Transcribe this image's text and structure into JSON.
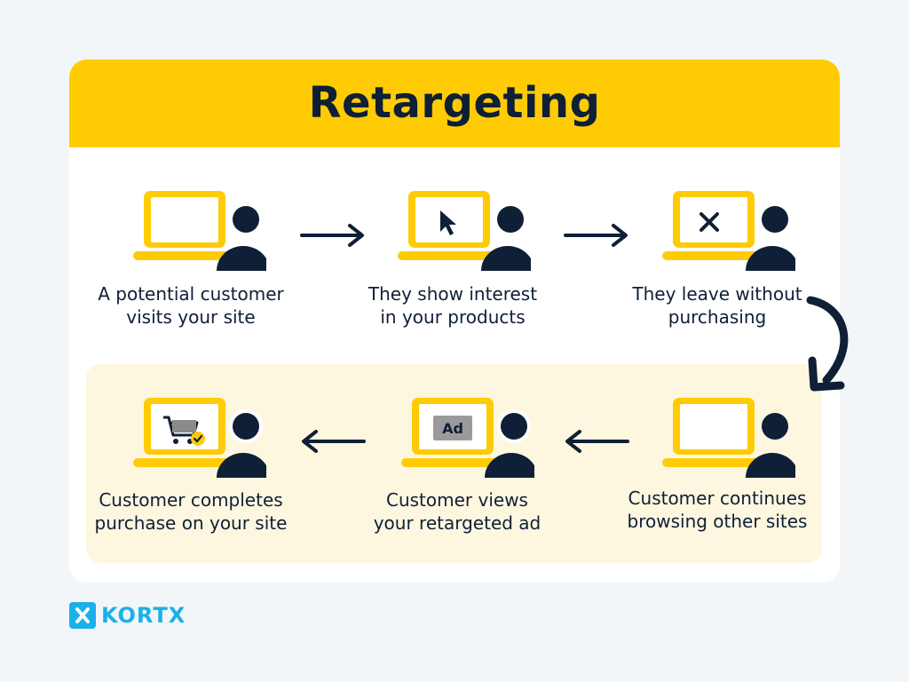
{
  "title": "Retargeting",
  "steps": [
    {
      "id": 1,
      "line1": "A potential customer",
      "line2": "visits your site",
      "icon": "laptop-user-icon"
    },
    {
      "id": 2,
      "line1": "They show interest",
      "line2": "in your products",
      "icon": "laptop-cursor-user-icon"
    },
    {
      "id": 3,
      "line1": "They leave without",
      "line2": "purchasing",
      "icon": "laptop-x-user-icon"
    },
    {
      "id": 4,
      "line1": "Customer continues",
      "line2": "browsing other sites",
      "icon": "laptop-user-icon"
    },
    {
      "id": 5,
      "line1": "Customer views",
      "line2": "your retargeted ad",
      "icon": "laptop-ad-user-icon",
      "ad_label": "Ad"
    },
    {
      "id": 6,
      "line1": "Customer completes",
      "line2": "purchase on your site",
      "icon": "laptop-cart-user-icon"
    }
  ],
  "brand": {
    "name": "KORTX",
    "mark": "X"
  },
  "colors": {
    "yellow": "#ffcb05",
    "navy": "#0f1f36",
    "panel": "#fdf7e0",
    "brand": "#1ab0ea",
    "background": "#f3f6f9"
  }
}
